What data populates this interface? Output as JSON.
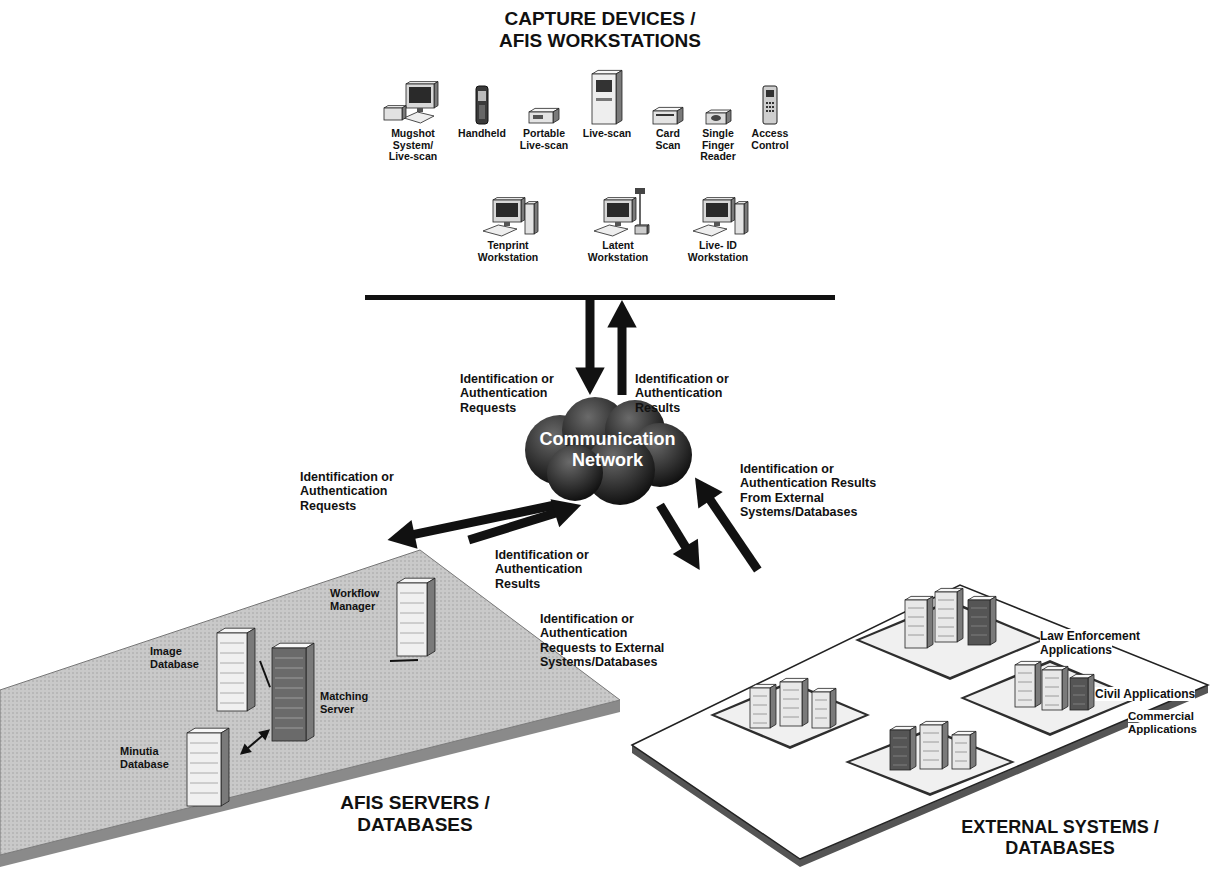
{
  "diagram": {
    "nodes": [
      {
        "text": [
          "CAPTURE DEVICES / AFIS WORKSTATIONS"
        ]
      },
      {
        "text": [
          "Mugshot System/ Live-scan"
        ],
        "in": 0
      },
      {
        "text": [
          "Handheld"
        ],
        "in": 0
      },
      {
        "text": [
          "Portable Live-scan"
        ],
        "in": 0
      },
      {
        "text": [
          "Live-scan"
        ],
        "in": 0
      },
      {
        "text": [
          "Card Scan"
        ],
        "in": 0
      },
      {
        "text": [
          "Single Finger Reader"
        ],
        "in": 0
      },
      {
        "text": [
          "Access Control"
        ],
        "in": 0
      },
      {
        "text": [
          "Tenprint Workstation"
        ],
        "in": 0
      },
      {
        "text": [
          "Latent Workstation"
        ],
        "in": 0
      },
      {
        "text": [
          "Live- ID Workstation"
        ],
        "in": 0
      },
      {
        "text": [
          "Communication Network"
        ]
      },
      {
        "text": [
          "AFIS SERVERS / DATABASES"
        ]
      },
      {
        "text": [
          "Workflow Manager"
        ],
        "in": 12
      },
      {
        "text": [
          "Image Database"
        ],
        "in": 12
      },
      {
        "text": [
          "Matching Server"
        ],
        "in": 12
      },
      {
        "text": [
          "Minutia Database"
        ],
        "in": 12
      },
      {
        "text": [
          "EXTERNAL SYSTEMS / DATABASES"
        ]
      }
    ],
    "edges": [
      {
        "from": 0,
        "to": 11,
        "arrow": "to",
        "label": "Identification or Authentication Requests"
      },
      {
        "from": 11,
        "to": 0,
        "arrow": "to",
        "label": "Identification or Authentication Results"
      },
      {
        "from": 11,
        "to": 12,
        "arrow": "to",
        "label": "Identification or Authentication Requests"
      },
      {
        "from": 12,
        "to": 11,
        "arrow": "to",
        "label": "Identification or Authentication Results"
      },
      {
        "from": 11,
        "to": 17,
        "arrow": "to",
        "label": "Identification or Authentication Requests to External Systems/Databases"
      },
      {
        "from": 17,
        "to": 11,
        "arrow": "to",
        "label": "Identification or Authentication Results From External Systems/Databases"
      },
      {
        "from": 14,
        "to": 15,
        "arrow": "none"
      },
      {
        "from": 13,
        "to": 15,
        "arrow": "none"
      },
      {
        "from": 16,
        "to": 15,
        "arrow": "both"
      }
    ],
    "labels": [
      "Law Enforcement Applications",
      "Civil Applications",
      "Commercial Applications"
    ]
  }
}
